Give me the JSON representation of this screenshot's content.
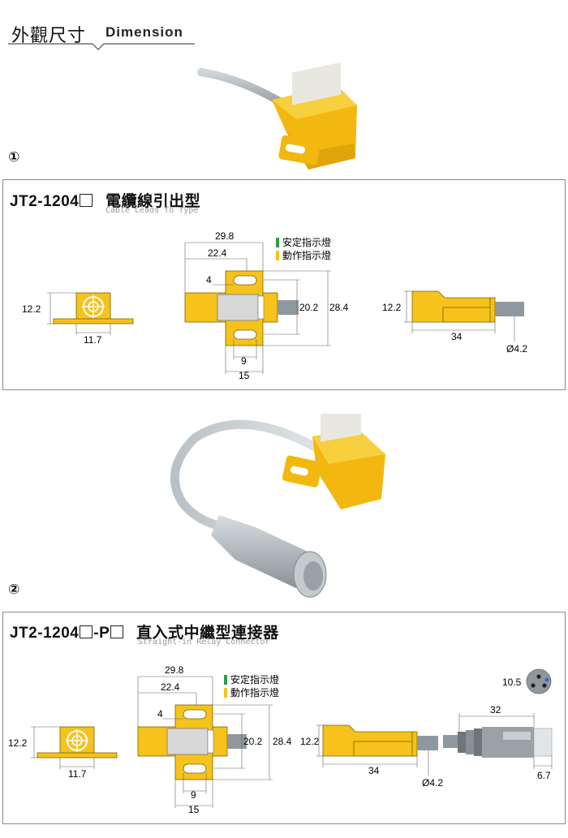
{
  "header": {
    "title_cn": "外觀尺寸",
    "title_en": "Dimension"
  },
  "sections": [
    {
      "index": "①",
      "model": "JT2-1204",
      "name_cn": "電纜線引出型",
      "name_en": "Cable Leads To Type",
      "dims": {
        "front_h": "12.2",
        "front_w": "11.7",
        "top_w": "29.8",
        "top_w2": "22.4",
        "slot": "4",
        "h1": "20.2",
        "h2": "28.4",
        "b1": "9",
        "b2": "15",
        "side_h": "12.2",
        "side_l": "34",
        "cable_d": "Ø4.2"
      }
    },
    {
      "index": "②",
      "model": "JT2-1204",
      "model_suffix": "-P",
      "name_cn": "直入式中繼型連接器",
      "name_en": "Straight-in Relay Connector",
      "dims": {
        "front_h": "12.2",
        "front_w": "11.7",
        "top_w": "29.8",
        "top_w2": "22.4",
        "slot": "4",
        "h1": "20.2",
        "h2": "28.4",
        "b1": "9",
        "b2": "15",
        "side_h": "12.2",
        "side_l": "34",
        "cable_d": "Ø4.2",
        "conn_d": "10.5",
        "conn_l": "32",
        "conn_tip": "6.7"
      }
    }
  ],
  "legend": {
    "stable": "安定指示燈",
    "action": "動作指示燈"
  },
  "colors": {
    "sensor_yellow": "#f6c21b",
    "cable_gray": "#a6aeb4",
    "legend_green": "#2e9d43",
    "legend_yellow": "#f6c21b"
  }
}
